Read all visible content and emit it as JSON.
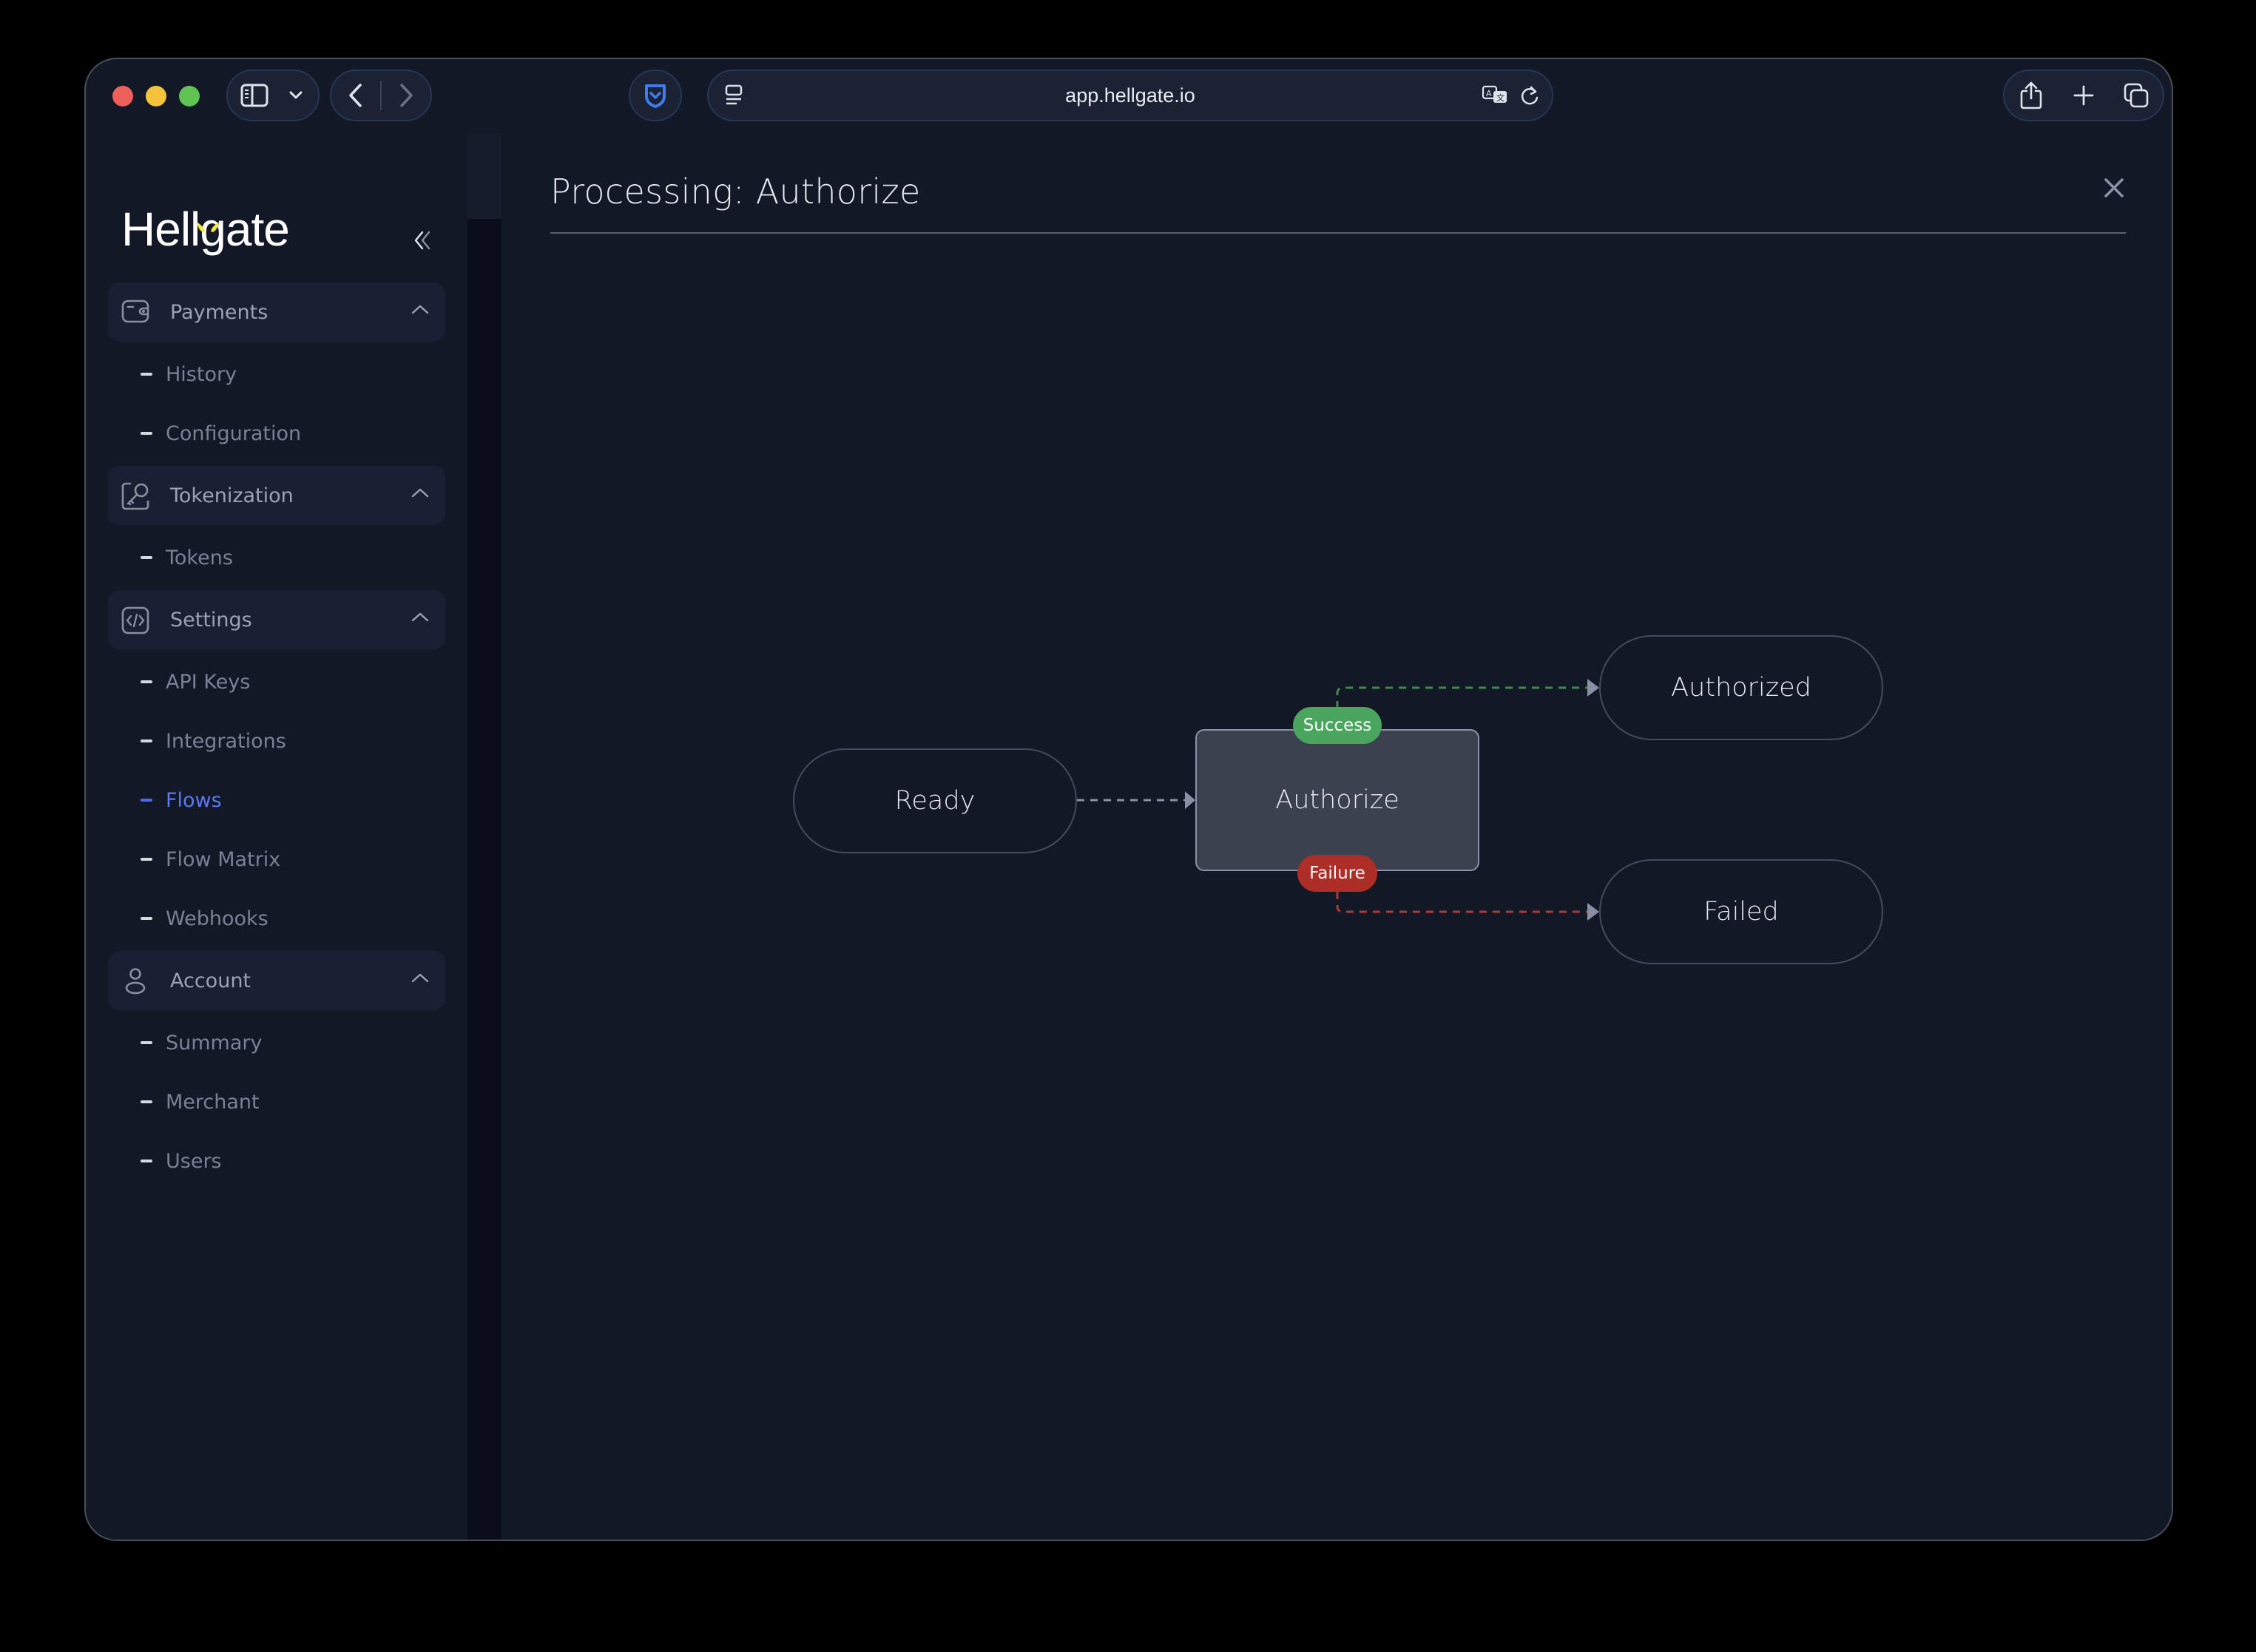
{
  "browser": {
    "url": "app.hellgate.io",
    "icons": {
      "sidebar_toggle": "sidebar-icon",
      "sidebar_menu": "chevron-down-icon",
      "back": "chevron-left-icon",
      "forward": "chevron-right-icon",
      "shield_extension": "shield-check-icon",
      "reader": "reader-icon",
      "translate": "translate-icon",
      "reload": "reload-icon",
      "share": "share-icon",
      "new_tab": "plus-icon",
      "tabs": "tabs-icon"
    }
  },
  "sidebar": {
    "logo": "Hellgate",
    "collapse_icon": "double-chevron-left-icon",
    "groups": [
      {
        "label": "Payments",
        "icon": "wallet-icon",
        "expanded": true,
        "items": [
          {
            "label": "History",
            "active": false
          },
          {
            "label": "Configuration",
            "active": false
          }
        ]
      },
      {
        "label": "Tokenization",
        "icon": "key-icon",
        "expanded": true,
        "items": [
          {
            "label": "Tokens",
            "active": false
          }
        ]
      },
      {
        "label": "Settings",
        "icon": "code-icon",
        "expanded": true,
        "items": [
          {
            "label": "API Keys",
            "active": false
          },
          {
            "label": "Integrations",
            "active": false
          },
          {
            "label": "Flows",
            "active": true
          },
          {
            "label": "Flow Matrix",
            "active": false
          },
          {
            "label": "Webhooks",
            "active": false
          }
        ]
      },
      {
        "label": "Account",
        "icon": "user-icon",
        "expanded": true,
        "items": [
          {
            "label": "Summary",
            "active": false
          },
          {
            "label": "Merchant",
            "active": false
          },
          {
            "label": "Users",
            "active": false
          }
        ]
      }
    ]
  },
  "modal": {
    "title": "Processing: Authorize",
    "close_icon": "close-icon"
  },
  "flow": {
    "nodes": {
      "ready": "Ready",
      "authorize": "Authorize",
      "authorized": "Authorized",
      "failed": "Failed"
    },
    "outcomes": {
      "success": "Success",
      "failure": "Failure"
    },
    "edges": [
      {
        "from": "Ready",
        "to": "Authorize",
        "style": "dashed",
        "color": "#8a8fa3"
      },
      {
        "from": "Authorize",
        "label": "Success",
        "to": "Authorized",
        "style": "dashed",
        "color": "#3f8a4f"
      },
      {
        "from": "Authorize",
        "label": "Failure",
        "to": "Failed",
        "style": "dashed",
        "color": "#b03a32"
      }
    ]
  },
  "colors": {
    "background": "#121826",
    "accent": "#5a78f5",
    "success": "#4aa55e",
    "failure": "#ad2e26",
    "action_node": "#3b414e"
  }
}
